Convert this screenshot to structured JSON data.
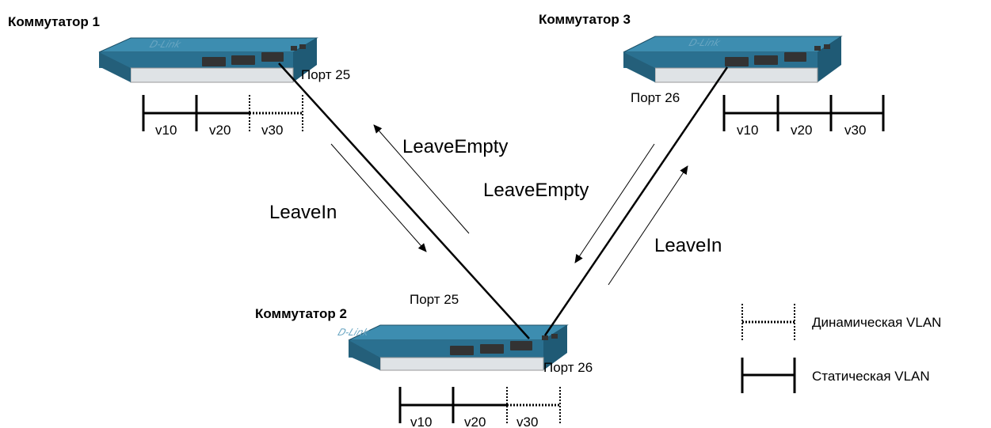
{
  "switches": [
    {
      "title": "Коммутатор 1",
      "brand": "D-Link"
    },
    {
      "title": "Коммутатор 2",
      "brand": "D-Link"
    },
    {
      "title": "Коммутатор 3",
      "brand": "D-Link"
    }
  ],
  "ports": {
    "sw1_p25": "Порт 25",
    "sw2_p25": "Порт 25",
    "sw2_p26": "Порт 26",
    "sw3_p26": "Порт 26"
  },
  "vlans": {
    "sw1": [
      "v10",
      "v20",
      "v30"
    ],
    "sw2": [
      "v10",
      "v20",
      "v30"
    ],
    "sw3": [
      "v10",
      "v20",
      "v30"
    ]
  },
  "messages": {
    "left_up": "LeaveEmpty",
    "left_down": "LeaveIn",
    "right_down": "LeaveEmpty",
    "right_up": "LeaveIn"
  },
  "legend": {
    "dynamic": "Динамическая VLAN",
    "static": "Статическая VLAN"
  },
  "colors": {
    "switch_top": "#2e7a9c",
    "switch_front": "#dfe3e6",
    "line": "#000000"
  }
}
